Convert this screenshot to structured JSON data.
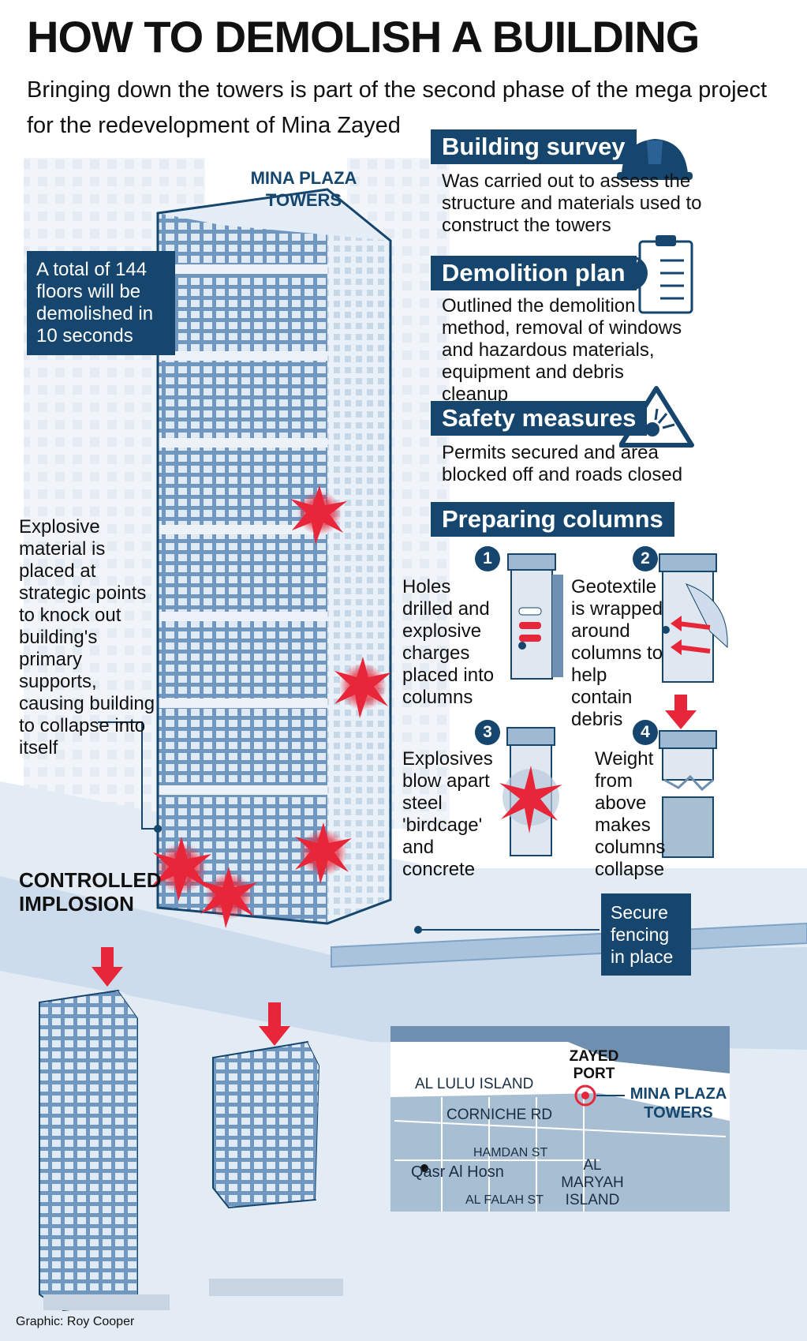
{
  "header": {
    "title": "HOW TO DEMOLISH A BUILDING",
    "subtitle": "Bringing down the towers is part of the second phase of the mega project for the redevelopment of Mina Zayed"
  },
  "tower": {
    "label": "MINA PLAZA TOWERS",
    "floors_note": "A total of 144 floors will be demolished in 10 seconds",
    "explosive_note": "Explosive material is placed at strategic points to knock out building's primary supports, causing building to collapse into itself",
    "implosion_label": "CONTROLLED IMPLOSION",
    "fencing_note": "Secure fencing in place"
  },
  "steps": [
    {
      "title": "Building survey",
      "text": "Was carried out to assess the structure and materials used to construct the towers",
      "icon": "hard-hat-icon"
    },
    {
      "title": "Demolition plan",
      "text": "Outlined the demolition method, removal of windows and hazardous materials, equipment and debris cleanup",
      "icon": "clipboard-radiation-icon"
    },
    {
      "title": "Safety measures",
      "text": "Permits secured and area blocked off and roads closed",
      "icon": "explosive-warning-icon"
    }
  ],
  "columns": {
    "title": "Preparing columns",
    "items": [
      {
        "num": "1",
        "text": "Holes drilled and explosive charges placed into columns"
      },
      {
        "num": "2",
        "text": "Geotextile is wrapped around columns to help contain debris"
      },
      {
        "num": "3",
        "text": "Explosives blow apart steel 'birdcage' and concrete"
      },
      {
        "num": "4",
        "text": "Weight from above makes columns collapse"
      }
    ]
  },
  "map": {
    "labels": {
      "port": "ZAYED PORT",
      "towers": "MINA PLAZA TOWERS",
      "lulu": "AL LULU ISLAND",
      "corniche": "CORNICHE RD",
      "hamdan": "HAMDAN ST",
      "hosn": "Qasr Al Hosn",
      "maryah": "AL MARYAH ISLAND",
      "falah": "AL FALAH ST"
    }
  },
  "credit": "Graphic: Roy Cooper",
  "colors": {
    "navy": "#16466d",
    "building": "#5f8bb5",
    "building_light": "#dbe7f1",
    "blast": "#e8263a"
  }
}
